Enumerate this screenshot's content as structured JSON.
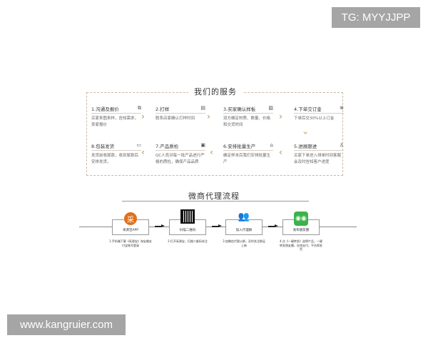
{
  "watermarks": {
    "tg": "TG: MYYJJPP",
    "url": "www.kangruier.com"
  },
  "services": {
    "title": "我们的服务",
    "steps": [
      {
        "title": "1.沟通及报价",
        "icon": "window-icon",
        "glyph": "⧉",
        "desc": "买家来图来样，告知需求，卖家报价"
      },
      {
        "title": "2.打样",
        "icon": "document-icon",
        "glyph": "▤",
        "desc": "联系店家确认打样时间"
      },
      {
        "title": "3.买家确认样板",
        "icon": "check-document-icon",
        "glyph": "▨",
        "desc": "双方确定材质、数量、价格和交货时间"
      },
      {
        "title": "4.下单交订金",
        "icon": "coin-icon",
        "glyph": "⊗",
        "desc": "下单后交30%以上订金"
      },
      {
        "title": "5.进展跟进",
        "icon": "person-icon",
        "glyph": "♙",
        "desc": "买家下单进入排单时间客服会及时告知客户进度"
      },
      {
        "title": "6.安排批量生产",
        "icon": "factory-icon",
        "glyph": "⌂",
        "desc": "确定样本后我们安排批量生产"
      },
      {
        "title": "7.产品质检",
        "icon": "inspection-icon",
        "glyph": "▣",
        "desc": "QC人员对每一批产品进行严格的质检，确保产品品质"
      },
      {
        "title": "8.包装发货",
        "icon": "box-icon",
        "glyph": "▭",
        "desc": "发货前收尾款，收到尾款后安排发货。"
      }
    ],
    "arrow_color": "#c8a977",
    "border_color": "#c9b9a3"
  },
  "flow": {
    "title": "微商代理流程",
    "steps": [
      {
        "label": "采源宝APP",
        "icon": "cai-app-icon",
        "glyph": "采",
        "color": "#e0711c",
        "caption": "1.手机端下载《采源宝》淘宝端支付宝账号登录"
      },
      {
        "label": "扫描二维码",
        "icon": "qr-code-icon",
        "glyph": "",
        "color": "#111111",
        "caption": "2.打开采源宝，扫描二维码关注"
      },
      {
        "label": "加入代理群",
        "icon": "group-icon",
        "glyph": "👥",
        "color": "#3a7fc4",
        "caption": "3.加微信代理公群，及时关注群运上新"
      },
      {
        "label": "发布朋友圈",
        "icon": "wechat-icon",
        "glyph": "◉◉",
        "color": "#3bb34a",
        "caption": "4.点《一键转发》选择产品，一键转发朋友圈，在线支付，平台帮发货"
      }
    ]
  }
}
